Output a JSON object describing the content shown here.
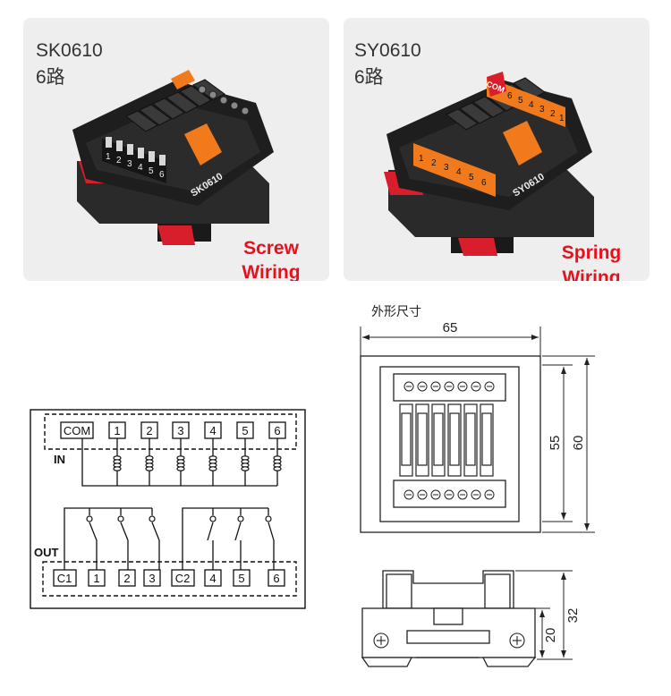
{
  "products": [
    {
      "model": "SK0610",
      "channels": "6路",
      "wiring_line1": "Screw",
      "wiring_line2": "Wiring",
      "module_label": "SK0610",
      "terminal_numbers": [
        "1",
        "2",
        "3",
        "4",
        "5",
        "6"
      ]
    },
    {
      "model": "SY0610",
      "channels": "6路",
      "wiring_line1": "Spring",
      "wiring_line2": "Wiring",
      "module_label": "SY0610",
      "com_label": "COM",
      "terminal_numbers": [
        "1",
        "2",
        "3",
        "4",
        "5",
        "6"
      ],
      "top_numbers": [
        "6",
        "5",
        "4",
        "3",
        "2",
        "1"
      ]
    }
  ],
  "schematic": {
    "in_terminals": [
      "COM",
      "1",
      "2",
      "3",
      "4",
      "5",
      "6"
    ],
    "in_label": "IN",
    "out_label": "OUT",
    "out_terminals": [
      "C1",
      "1",
      "2",
      "3",
      "C2",
      "4",
      "5",
      "6"
    ]
  },
  "dimensions": {
    "title": "外形尺寸",
    "width": "65",
    "height_inner": "55",
    "height_outer": "60",
    "side_total": "32",
    "side_partial": "20"
  },
  "colors": {
    "accent_red": "#e8111b",
    "relay_orange": "#f07a1c",
    "module_black": "#1e1e1e"
  }
}
